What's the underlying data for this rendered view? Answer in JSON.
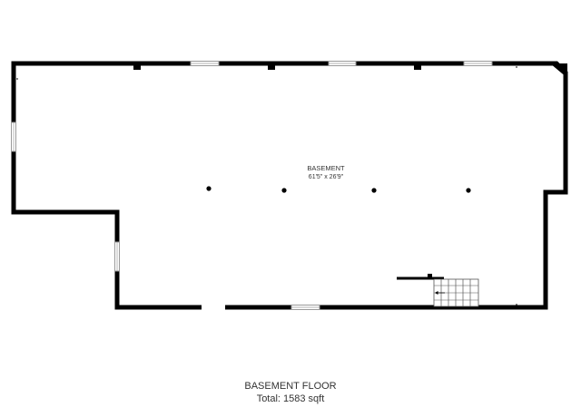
{
  "floorplan": {
    "room": {
      "name": "BASEMENT",
      "dimensions": "61'5\" x 26'9\""
    },
    "footer": {
      "floor_name": "BASEMENT FLOOR",
      "total_area": "Total: 1583 sqft"
    }
  },
  "colors": {
    "wall": "#000000",
    "window": "#9a9a9a",
    "background": "#ffffff"
  }
}
